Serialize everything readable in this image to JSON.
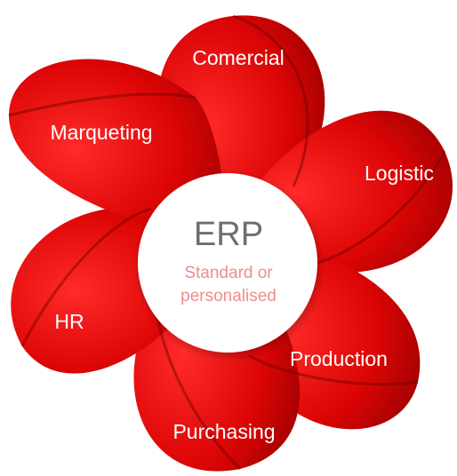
{
  "center": {
    "title": "ERP",
    "subtitle_line1": "Standard or",
    "subtitle_line2": "personalised"
  },
  "petals": [
    {
      "key": "comercial",
      "label": "Comercial"
    },
    {
      "key": "logistic",
      "label": "Logistic"
    },
    {
      "key": "production",
      "label": "Production"
    },
    {
      "key": "purchasing",
      "label": "Purchasing"
    },
    {
      "key": "hr",
      "label": "HR"
    },
    {
      "key": "marqueting",
      "label": "Marqueting"
    }
  ],
  "colors": {
    "petal_light": "#f20d0d",
    "petal_mid": "#d40000",
    "petal_dark": "#8a0000",
    "center_fill": "#ffffff",
    "title_color": "#6e6e6e",
    "subtitle_color": "#f08c8c"
  }
}
